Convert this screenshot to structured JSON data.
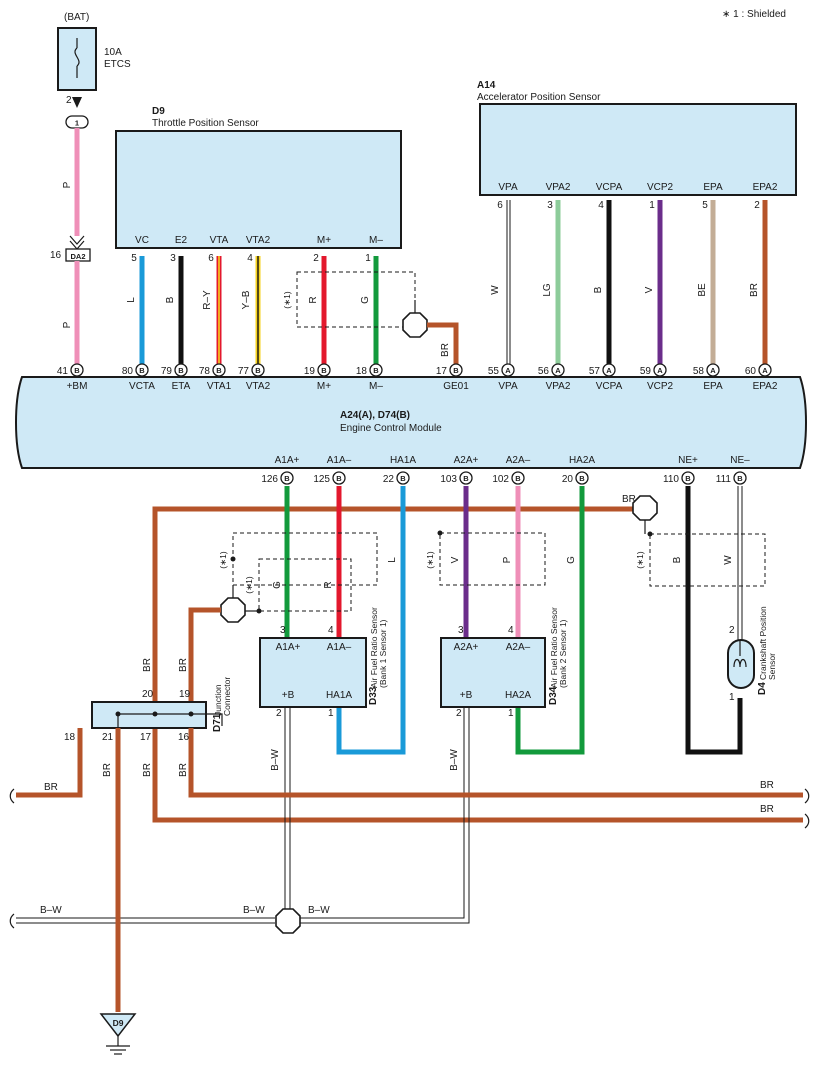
{
  "note": "∗ 1 : Shielded",
  "fuse": {
    "top": "(BAT)",
    "rating": "10A",
    "name": "ETCS",
    "pin": "2",
    "conn_pin": "1"
  },
  "da2": {
    "pin": "16",
    "name": "DA2"
  },
  "d9": {
    "code": "D9",
    "name": "Throttle Position Sensor",
    "pins": [
      {
        "label": "VC",
        "num": "5"
      },
      {
        "label": "E2",
        "num": "3"
      },
      {
        "label": "VTA",
        "num": "6"
      },
      {
        "label": "VTA2",
        "num": "4"
      },
      {
        "label": "M+",
        "num": "2"
      },
      {
        "label": "M–",
        "num": "1"
      }
    ]
  },
  "a14": {
    "code": "A14",
    "name": "Accelerator Position Sensor",
    "pins": [
      {
        "label": "VPA",
        "num": "6"
      },
      {
        "label": "VPA2",
        "num": "3"
      },
      {
        "label": "VCPA",
        "num": "4"
      },
      {
        "label": "VCP2",
        "num": "1"
      },
      {
        "label": "EPA",
        "num": "5"
      },
      {
        "label": "EPA2",
        "num": "2"
      }
    ]
  },
  "ecm": {
    "code": "A24(A), D74(B)",
    "name": "Engine Control Module",
    "top_pins": [
      {
        "num": "41",
        "c": "B",
        "label": "+BM"
      },
      {
        "num": "80",
        "c": "B",
        "label": "VCTA"
      },
      {
        "num": "79",
        "c": "B",
        "label": "ETA"
      },
      {
        "num": "78",
        "c": "B",
        "label": "VTA1"
      },
      {
        "num": "77",
        "c": "B",
        "label": "VTA2"
      },
      {
        "num": "19",
        "c": "B",
        "label": "M+"
      },
      {
        "num": "18",
        "c": "B",
        "label": "M–"
      },
      {
        "num": "17",
        "c": "B",
        "label": "GE01"
      },
      {
        "num": "55",
        "c": "A",
        "label": "VPA"
      },
      {
        "num": "56",
        "c": "A",
        "label": "VPA2"
      },
      {
        "num": "57",
        "c": "A",
        "label": "VCPA"
      },
      {
        "num": "59",
        "c": "A",
        "label": "VCP2"
      },
      {
        "num": "58",
        "c": "A",
        "label": "EPA"
      },
      {
        "num": "60",
        "c": "A",
        "label": "EPA2"
      }
    ],
    "bottom_pins": [
      {
        "num": "126",
        "c": "B",
        "label": "A1A+"
      },
      {
        "num": "125",
        "c": "B",
        "label": "A1A–"
      },
      {
        "num": "22",
        "c": "B",
        "label": "HA1A"
      },
      {
        "num": "103",
        "c": "B",
        "label": "A2A+"
      },
      {
        "num": "102",
        "c": "B",
        "label": "A2A–"
      },
      {
        "num": "20",
        "c": "B",
        "label": "HA2A"
      },
      {
        "num": "110",
        "c": "B",
        "label": "NE+"
      },
      {
        "num": "111",
        "c": "B",
        "label": "NE–"
      }
    ]
  },
  "d33": {
    "code": "D33",
    "name": "Air Fuel Ratio Sensor",
    "sub": "(Bank 1 Sensor 1)",
    "pins": [
      {
        "label": "A1A+",
        "num": "3"
      },
      {
        "label": "A1A–",
        "num": "4"
      },
      {
        "label": "+B",
        "num": "2"
      },
      {
        "label": "HA1A",
        "num": "1"
      }
    ]
  },
  "d34": {
    "code": "D34",
    "name": "Air Fuel Ratio Sensor",
    "sub": "(Bank 2 Sensor 1)",
    "pins": [
      {
        "label": "A2A+",
        "num": "3"
      },
      {
        "label": "A2A–",
        "num": "4"
      },
      {
        "label": "+B",
        "num": "2"
      },
      {
        "label": "HA2A",
        "num": "1"
      }
    ]
  },
  "d4": {
    "code": "D4",
    "name": "Crankshaft Position",
    "name2": "Sensor",
    "pin_top": "2",
    "pin_bot": "1"
  },
  "d71": {
    "code": "D71",
    "name": "Junction",
    "name2": "Connector",
    "pins": {
      "p20": "20",
      "p19": "19",
      "p18": "18",
      "p21": "21",
      "p17": "17",
      "p16": "16"
    }
  },
  "ground": {
    "name": "D9"
  },
  "wires": {
    "P": "P",
    "L": "L",
    "B": "B",
    "RY": "R–Y",
    "YB": "Y–B",
    "R": "R",
    "G": "G",
    "W": "W",
    "LG": "LG",
    "V": "V",
    "BE": "BE",
    "BR": "BR",
    "BW": "B–W",
    "shield": "(∗1)"
  },
  "colors": {
    "pink": "#ef8fb8",
    "blue": "#1a9ad8",
    "black": "#111111",
    "red": "#e3182d",
    "yellow": "#f5d21e",
    "green": "#129a3c",
    "lightgreen": "#8dcc9a",
    "purple": "#6b2d8b",
    "beige": "#c3ad96",
    "brown": "#b5542a",
    "box": "#cfe9f6"
  }
}
